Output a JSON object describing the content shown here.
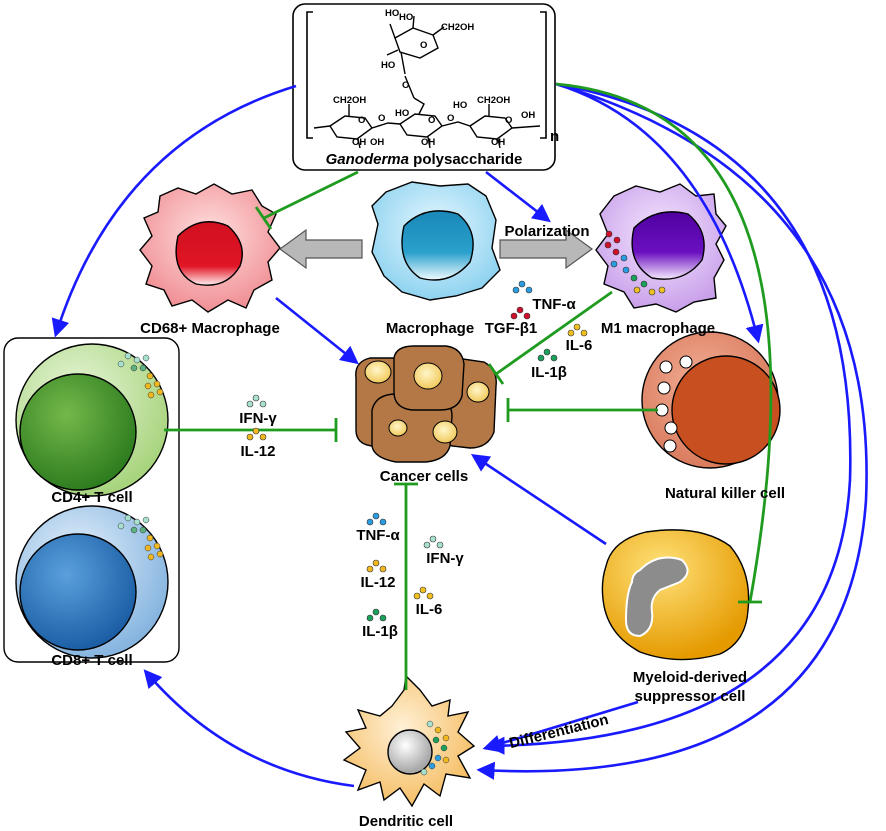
{
  "polysaccharide": {
    "name_italic": "Ganoderma",
    "name_rest": " polysaccharide",
    "subscript": "n",
    "groups": [
      "HO",
      "HO",
      "CH2OH",
      "HO",
      "O",
      "CH2OH",
      "HO",
      "O",
      "OH",
      "OH",
      "O",
      "CH2OH",
      "OH",
      "OH",
      "O",
      "HO",
      "OH",
      "O",
      "O",
      "O"
    ]
  },
  "cells": {
    "cd68_macrophage": "CD68+ Macrophage",
    "macrophage": "Macrophage",
    "m1_macrophage": "M1 macrophage",
    "cancer": "Cancer cells",
    "nk": "Natural killer cell",
    "cd4": "CD4+ T cell",
    "cd8": "CD8+ T cell",
    "mdsc_line1": "Myeloid-derived",
    "mdsc_line2": "suppressor cell",
    "dendritic": "Dendritic cell"
  },
  "processes": {
    "polarization": "Polarization",
    "differentiation": "Differentiation"
  },
  "cytokines": {
    "tgf": "TGF-β1",
    "m1_tnf": "TNF-α",
    "m1_il6": "IL-6",
    "m1_il1b": "IL-1β",
    "t_ifn": "IFN-γ",
    "t_il12": "IL-12",
    "dc_tnf": "TNF-α",
    "dc_ifn": "IFN-γ",
    "dc_il12": "IL-12",
    "dc_il6": "IL-6",
    "dc_il1b": "IL-1β"
  },
  "colors": {
    "activation_arrow": "#1a1aff",
    "inhibition_line": "#1f9b1f",
    "cd68_cell": "#f4a5a8",
    "macrophage_cell": "#a8e0f4",
    "m1_cell": "#d8b4f0",
    "cancer_cell": "#b37845",
    "nk_cell": "#e48d70",
    "cd4_cell": "#a9d585",
    "cd8_cell": "#8ab9e4",
    "mdsc_cell": "#f2b705",
    "dendritic_cell": "#f7c77a"
  }
}
